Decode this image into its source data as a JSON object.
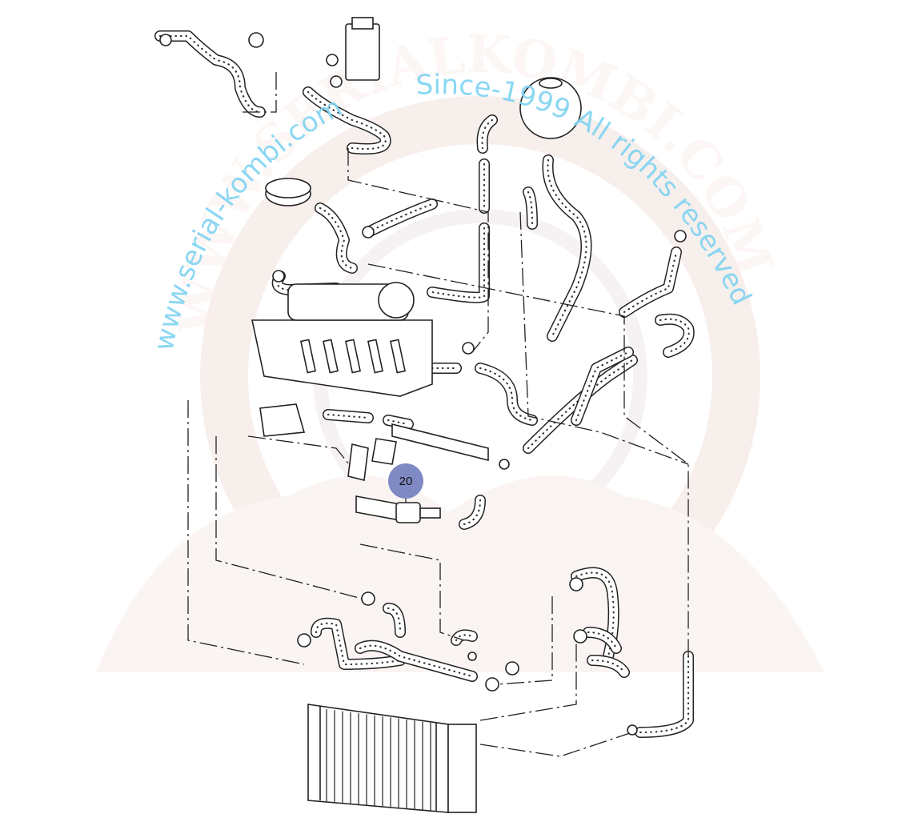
{
  "watermark": {
    "site": "www.serial-kombi.com",
    "since": "Since-1999 All rights reserved",
    "logo_text": "WWW.SERIALKOMBI.COM"
  },
  "callouts": [
    {
      "label": "20",
      "color": "#7f89c4"
    }
  ]
}
